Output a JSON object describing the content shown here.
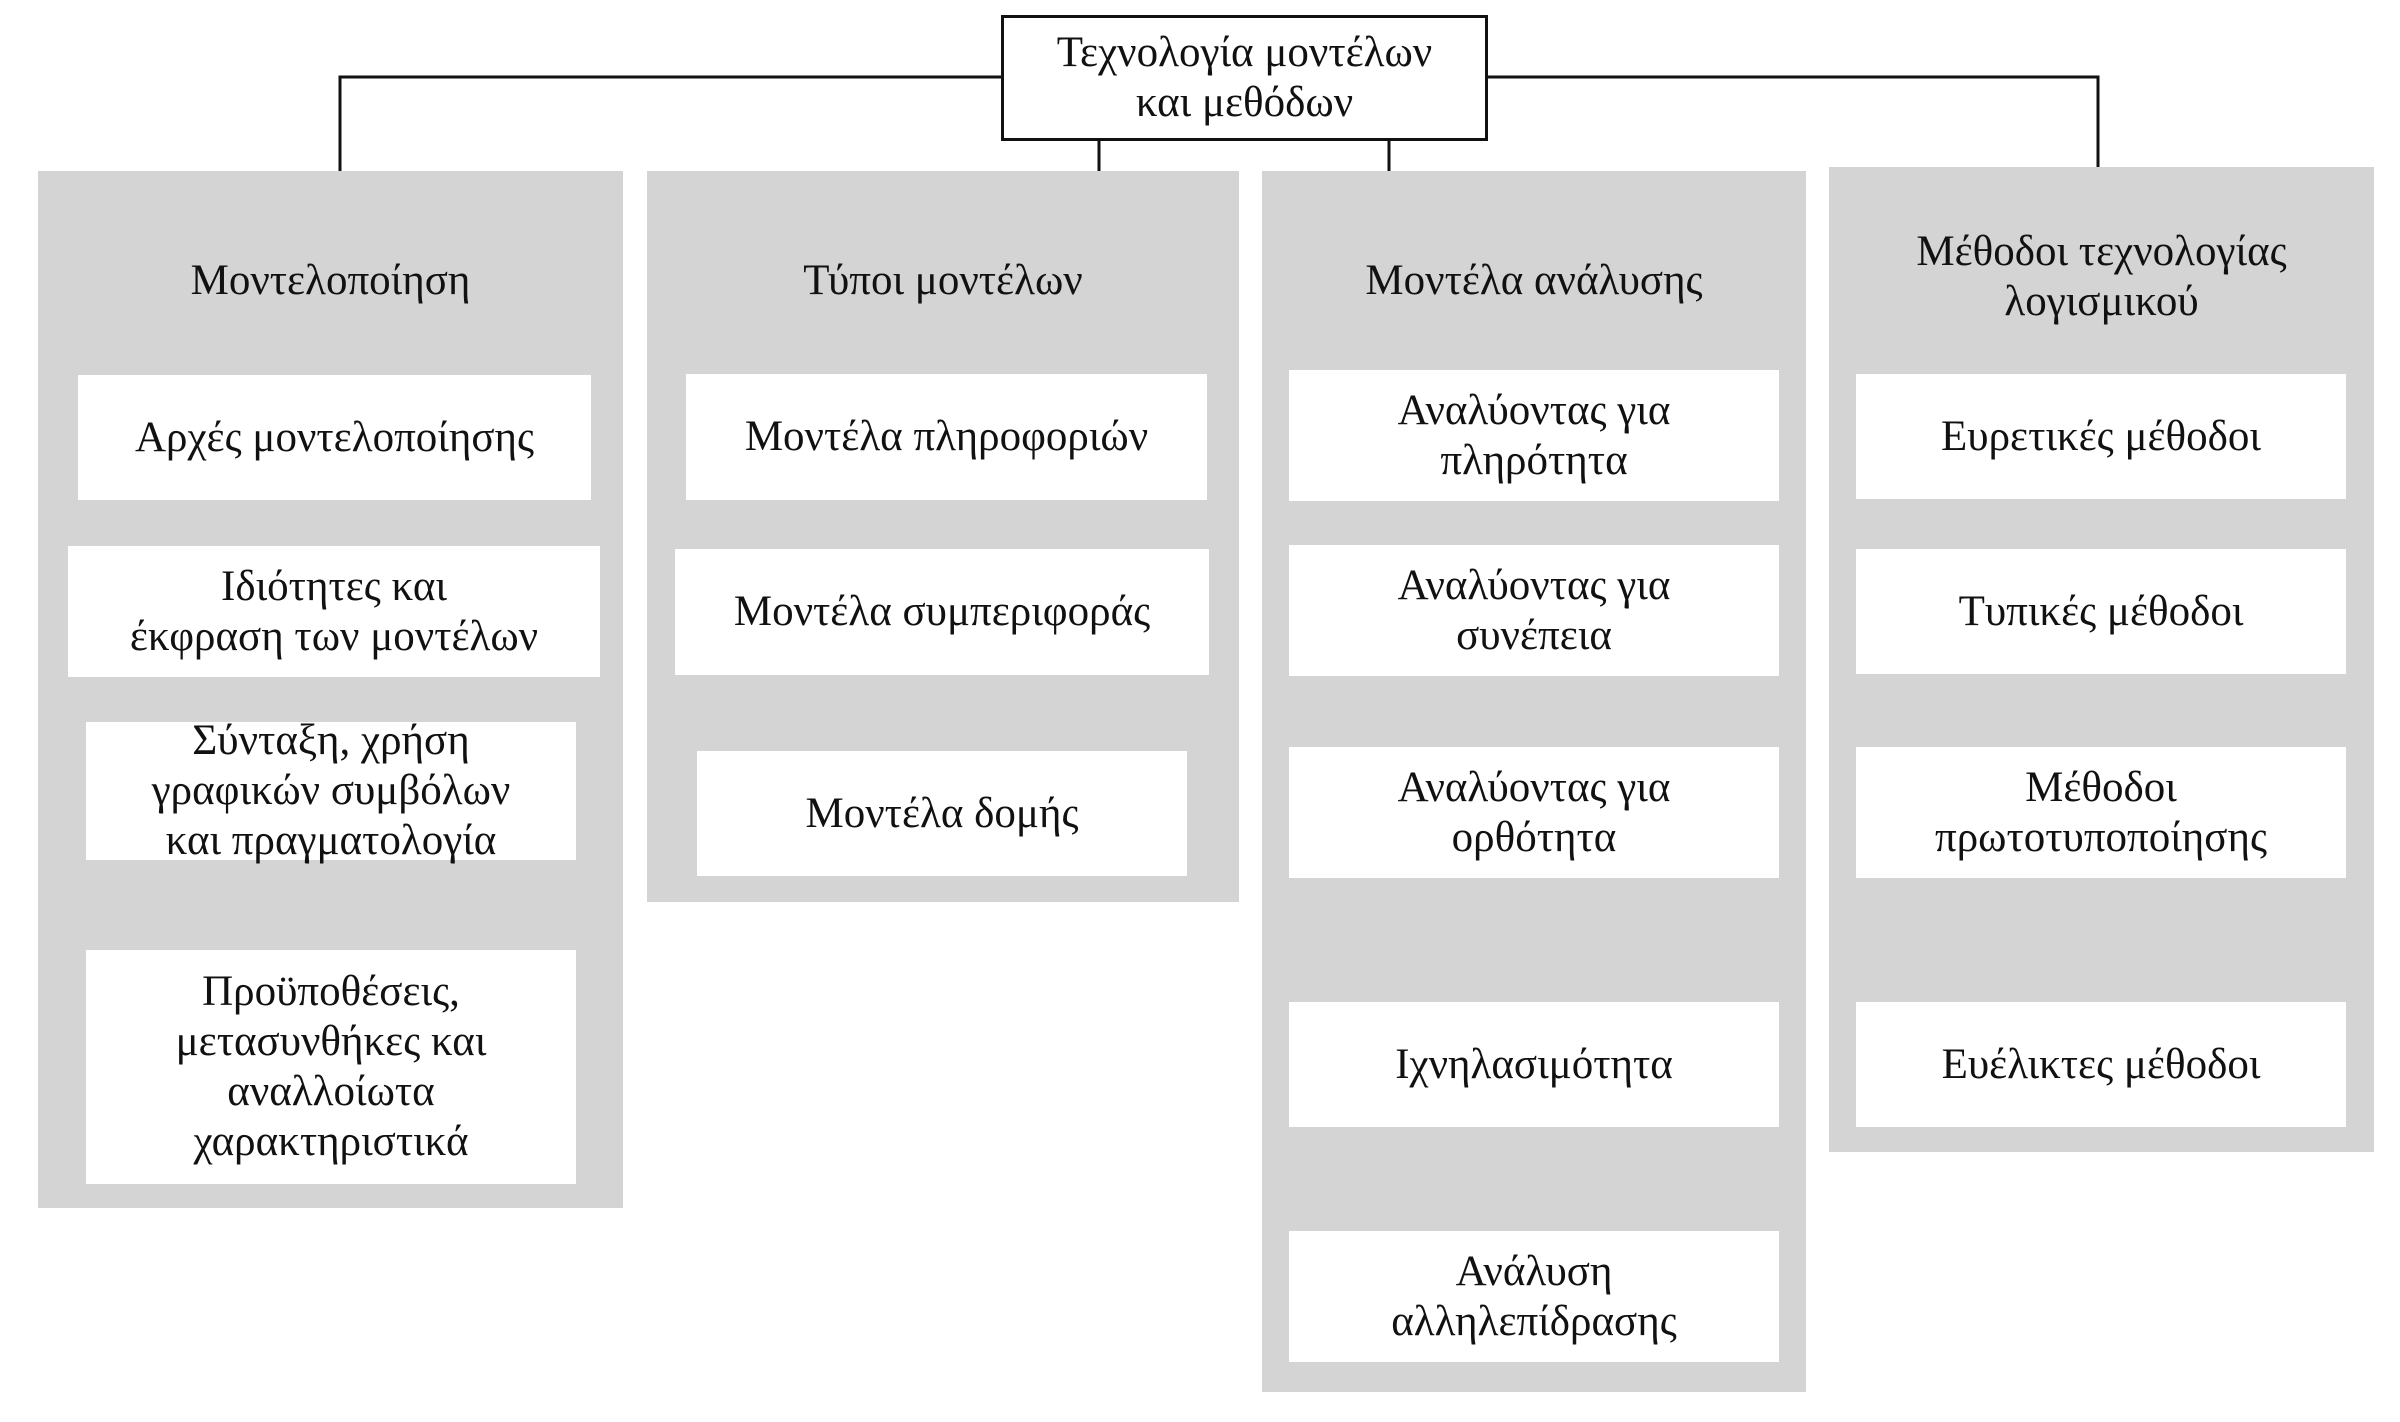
{
  "root": {
    "label": "Τεχνολογία μοντέλων\nκαι μεθόδων"
  },
  "columns": [
    {
      "title": "Μοντελοποίηση",
      "items": [
        "Αρχές μοντελοποίησης",
        "Ιδιότητες και\nέκφραση των μοντέλων",
        "Σύνταξη, χρήση\nγραφικών συμβόλων\nκαι πραγματολογία",
        "Προϋποθέσεις,\nμετασυνθήκες και\nαναλλοίωτα\nχαρακτηριστικά"
      ]
    },
    {
      "title": "Τύποι μοντέλων",
      "items": [
        "Μοντέλα πληροφοριών",
        "Μοντέλα συμπεριφοράς",
        "Μοντέλα δομής"
      ]
    },
    {
      "title": "Μοντέλα ανάλυσης",
      "items": [
        "Αναλύοντας για\nπληρότητα",
        "Αναλύοντας για\nσυνέπεια",
        "Αναλύοντας για\nορθότητα",
        "Ιχνηλασιμότητα",
        "Ανάλυση\nαλληλεπίδρασης"
      ]
    },
    {
      "title": "Μέθοδοι τεχνολογίας\nλογισμικού",
      "items": [
        "Ευρετικές μέθοδοι",
        "Τυπικές μέθοδοι",
        "Μέθοδοι\nπρωτοτυποποίησης",
        "Ευέλικτες μέθοδοι"
      ]
    }
  ]
}
